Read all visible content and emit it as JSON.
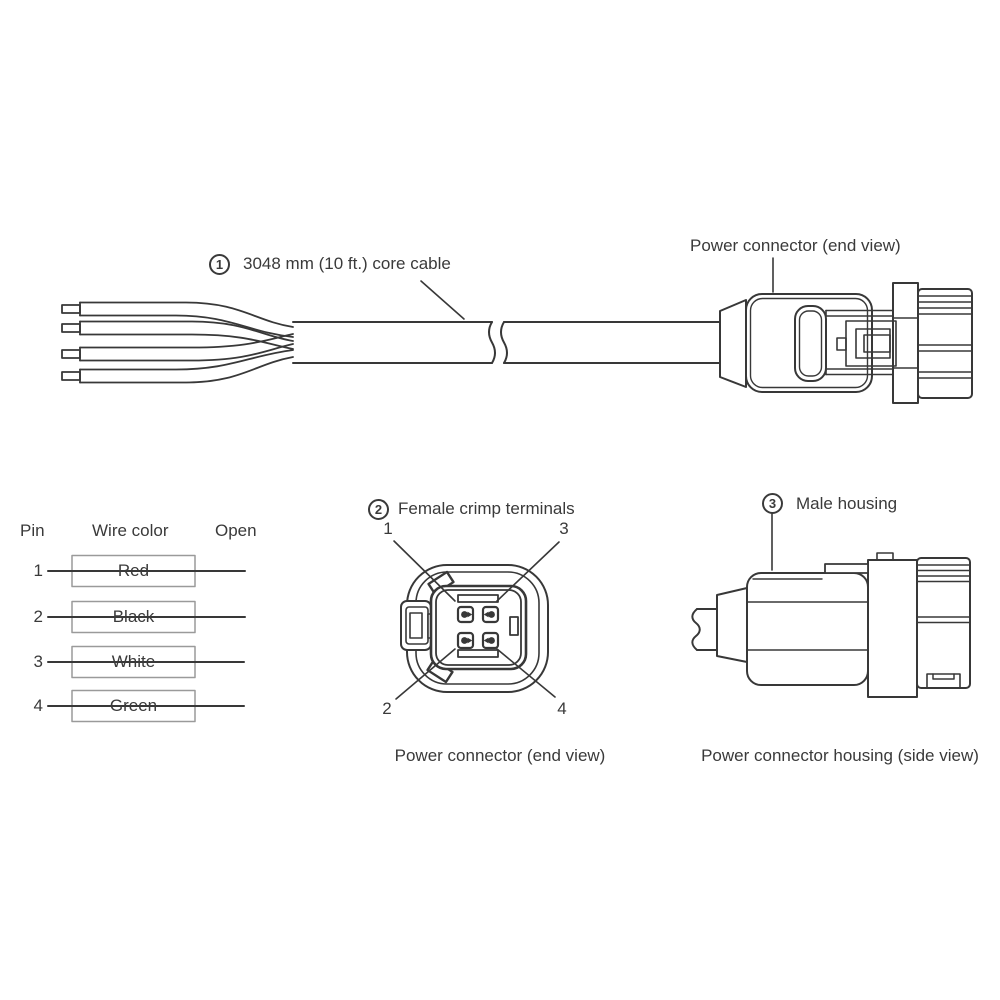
{
  "colors": {
    "line": "#383838",
    "box_border": "#9a9a9a",
    "text": "#3a3a3a",
    "background": "#ffffff"
  },
  "callouts": {
    "c1": {
      "num": "1",
      "label": "3048 mm (10 ft.) core cable"
    },
    "c2": {
      "num": "2",
      "label": "Female crimp terminals"
    },
    "c3": {
      "num": "3",
      "label": "Male housing"
    }
  },
  "labels": {
    "top_connector": "Power connector (end view)",
    "end_view_caption": "Power connector (end view)",
    "side_view_caption": "Power connector housing (side view)"
  },
  "end_view_pins": {
    "top_left": "1",
    "top_right": "3",
    "bottom_left": "2",
    "bottom_right": "4"
  },
  "pin_table": {
    "headers": [
      "Pin",
      "Wire color",
      "Open"
    ],
    "rows": [
      {
        "pin": "1",
        "color": "Red"
      },
      {
        "pin": "2",
        "color": "Black"
      },
      {
        "pin": "3",
        "color": "White"
      },
      {
        "pin": "4",
        "color": "Green"
      }
    ]
  }
}
